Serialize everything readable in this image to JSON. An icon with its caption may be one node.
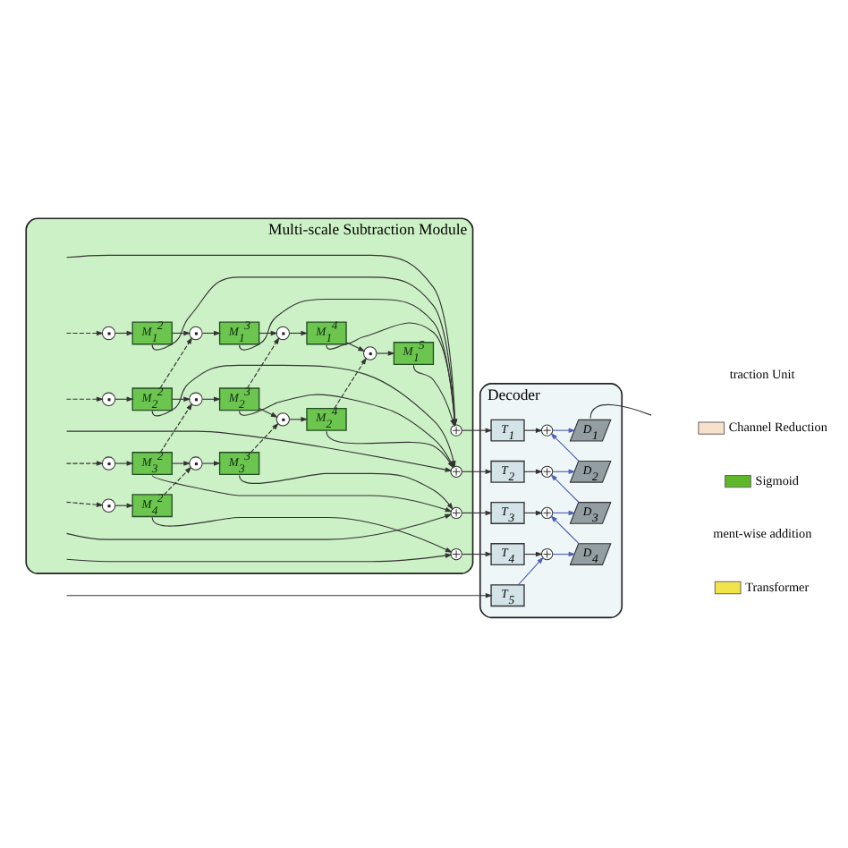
{
  "diagram": {
    "nodes": [
      {
        "text": [
          "Multi-scale Subtraction Module"
        ]
      },
      {
        "text": [],
        "shape": "circle",
        "in": 0
      },
      {
        "text": [
          "M$_{1}$$^{2}$"
        ],
        "in": 0
      },
      {
        "text": [],
        "shape": "circle",
        "in": 0
      },
      {
        "text": [
          "M$_{1}$$^{3}$"
        ],
        "in": 0
      },
      {
        "text": [],
        "shape": "circle",
        "in": 0
      },
      {
        "text": [
          "M$_{1}$$^{4}$"
        ],
        "in": 0
      },
      {
        "text": [],
        "shape": "circle",
        "in": 0
      },
      {
        "text": [
          "M$_{1}$$^{5}$"
        ],
        "in": 0
      },
      {
        "text": [],
        "shape": "circle",
        "in": 0
      },
      {
        "text": [],
        "shape": "circle",
        "in": 0
      },
      {
        "text": [
          "M$_{2}$$^{2}$"
        ],
        "in": 0
      },
      {
        "text": [],
        "shape": "circle",
        "in": 0
      },
      {
        "text": [
          "M$_{2}$$^{3}$"
        ],
        "in": 0
      },
      {
        "text": [],
        "shape": "circle",
        "in": 0
      },
      {
        "text": [
          "M$_{2}$$^{4}$"
        ],
        "in": 0
      },
      {
        "text": [],
        "shape": "circle",
        "in": 0
      },
      {
        "text": [],
        "shape": "circle",
        "in": 0
      },
      {
        "text": [
          "M$_{3}$$^{2}$"
        ],
        "in": 0
      },
      {
        "text": [],
        "shape": "circle",
        "in": 0
      },
      {
        "text": [
          "M$_{3}$$^{3}$"
        ],
        "in": 0
      },
      {
        "text": [],
        "shape": "circle",
        "in": 0
      },
      {
        "text": [],
        "shape": "circle",
        "in": 0
      },
      {
        "text": [
          "M$_{4}$$^{2}$"
        ],
        "in": 0
      },
      {
        "text": [],
        "shape": "circle",
        "in": 0
      },
      {
        "text": [
          "Decoder"
        ]
      },
      {
        "text": [
          "D$_{1}$"
        ],
        "in": 25
      },
      {
        "text": [
          "T$_{1}$"
        ],
        "in": 25
      },
      {
        "text": [],
        "shape": "circle",
        "in": 25
      },
      {
        "text": [
          "D$_{2}$"
        ],
        "in": 25
      },
      {
        "text": [
          "T$_{2}$"
        ],
        "in": 25
      },
      {
        "text": [],
        "shape": "circle",
        "in": 25
      },
      {
        "text": [
          "D$_{3}$"
        ],
        "in": 25
      },
      {
        "text": [
          "T$_{3}$"
        ],
        "in": 25
      },
      {
        "text": [],
        "shape": "circle",
        "in": 25
      },
      {
        "text": [
          "D$_{4}$"
        ],
        "in": 25
      },
      {
        "text": [
          "T$_{4}$"
        ],
        "in": 25
      },
      {
        "text": [],
        "shape": "circle",
        "in": 25
      },
      {
        "text": [
          "T$_{5}$"
        ],
        "in": 25
      }
    ],
    "edges": [
      {
        "from": null,
        "to": 1,
        "arrow": "to",
        "style": "dashed"
      },
      {
        "from": 1,
        "to": 2,
        "arrow": "to"
      },
      {
        "from": 2,
        "to": 3,
        "arrow": "to"
      },
      {
        "from": 3,
        "to": 4,
        "arrow": "to"
      },
      {
        "from": 4,
        "to": 5,
        "arrow": "to"
      },
      {
        "from": 5,
        "to": 6,
        "arrow": "to"
      },
      {
        "from": 6,
        "to": 7,
        "arrow": "to"
      },
      {
        "from": 7,
        "to": 8,
        "arrow": "to"
      },
      {
        "from": 11,
        "to": 3,
        "arrow": "to",
        "style": "dashed"
      },
      {
        "from": 13,
        "to": 5,
        "arrow": "to",
        "style": "dashed"
      },
      {
        "from": 15,
        "to": 7,
        "arrow": "to",
        "style": "dashed"
      },
      {
        "from": null,
        "to": 9,
        "arrow": "to"
      },
      {
        "from": 2,
        "to": 9,
        "arrow": "to"
      },
      {
        "from": 4,
        "to": 9,
        "arrow": "to"
      },
      {
        "from": 6,
        "to": 9,
        "arrow": "to"
      },
      {
        "from": 8,
        "to": 9,
        "arrow": "to"
      },
      {
        "from": null,
        "to": 10,
        "arrow": "to",
        "style": "dashed"
      },
      {
        "from": 10,
        "to": 11,
        "arrow": "to"
      },
      {
        "from": 11,
        "to": 12,
        "arrow": "to"
      },
      {
        "from": 12,
        "to": 13,
        "arrow": "to"
      },
      {
        "from": 13,
        "to": 14,
        "arrow": "to"
      },
      {
        "from": 14,
        "to": 15,
        "arrow": "to"
      },
      {
        "from": 18,
        "to": 12,
        "arrow": "to",
        "style": "dashed"
      },
      {
        "from": 20,
        "to": 14,
        "arrow": "to",
        "style": "dashed"
      },
      {
        "from": null,
        "to": 16,
        "arrow": "to"
      },
      {
        "from": 11,
        "to": 16,
        "arrow": "to"
      },
      {
        "from": 13,
        "to": 16,
        "arrow": "to"
      },
      {
        "from": 15,
        "to": 16,
        "arrow": "to"
      },
      {
        "from": null,
        "to": 17,
        "arrow": "to",
        "style": "dashed"
      },
      {
        "from": 17,
        "to": 18,
        "arrow": "to"
      },
      {
        "from": 18,
        "to": 19,
        "arrow": "to"
      },
      {
        "from": 19,
        "to": 20,
        "arrow": "to"
      },
      {
        "from": 23,
        "to": 19,
        "arrow": "to",
        "style": "dashed"
      },
      {
        "from": null,
        "to": 21,
        "arrow": "to"
      },
      {
        "from": 18,
        "to": 21,
        "arrow": "to"
      },
      {
        "from": 20,
        "to": 21,
        "arrow": "to"
      },
      {
        "from": null,
        "to": 22,
        "arrow": "to",
        "style": "dashed"
      },
      {
        "from": 22,
        "to": 23,
        "arrow": "to"
      },
      {
        "from": null,
        "to": 24,
        "arrow": "to"
      },
      {
        "from": 23,
        "to": 24,
        "arrow": "to"
      },
      {
        "from": null,
        "to": 38,
        "arrow": "to"
      },
      {
        "from": 9,
        "to": 27,
        "arrow": "to"
      },
      {
        "from": 27,
        "to": 28,
        "arrow": "to"
      },
      {
        "from": 16,
        "to": 30,
        "arrow": "to"
      },
      {
        "from": 30,
        "to": 31,
        "arrow": "to"
      },
      {
        "from": 21,
        "to": 33,
        "arrow": "to"
      },
      {
        "from": 33,
        "to": 34,
        "arrow": "to"
      },
      {
        "from": 24,
        "to": 36,
        "arrow": "to"
      },
      {
        "from": 36,
        "to": 37,
        "arrow": "to"
      },
      {
        "from": 38,
        "to": 37,
        "arrow": "to",
        "color": "#4f5fb0"
      },
      {
        "from": 37,
        "to": 35,
        "arrow": "to",
        "color": "#4f5fb0"
      },
      {
        "from": 35,
        "to": 34,
        "arrow": "to",
        "color": "#4f5fb0"
      },
      {
        "from": 34,
        "to": 32,
        "arrow": "to",
        "color": "#4f5fb0"
      },
      {
        "from": 32,
        "to": 31,
        "arrow": "to",
        "color": "#4f5fb0"
      },
      {
        "from": 31,
        "to": 29,
        "arrow": "to",
        "color": "#4f5fb0"
      },
      {
        "from": 29,
        "to": 28,
        "arrow": "to",
        "color": "#4f5fb0"
      },
      {
        "from": 28,
        "to": 26,
        "arrow": "to",
        "color": "#4f5fb0"
      },
      {
        "from": 26,
        "to": null,
        "arrow": "none"
      }
    ],
    "legend": [
      {
        "text": "traction Unit"
      },
      {
        "text": "Channel Reduction",
        "color": "#f7e1cb"
      },
      {
        "text": "Sigmoid",
        "color": "#5fb828"
      },
      {
        "text": "ment-wise addition"
      },
      {
        "text": "Transformer",
        "color": "#f1e44a"
      }
    ]
  }
}
